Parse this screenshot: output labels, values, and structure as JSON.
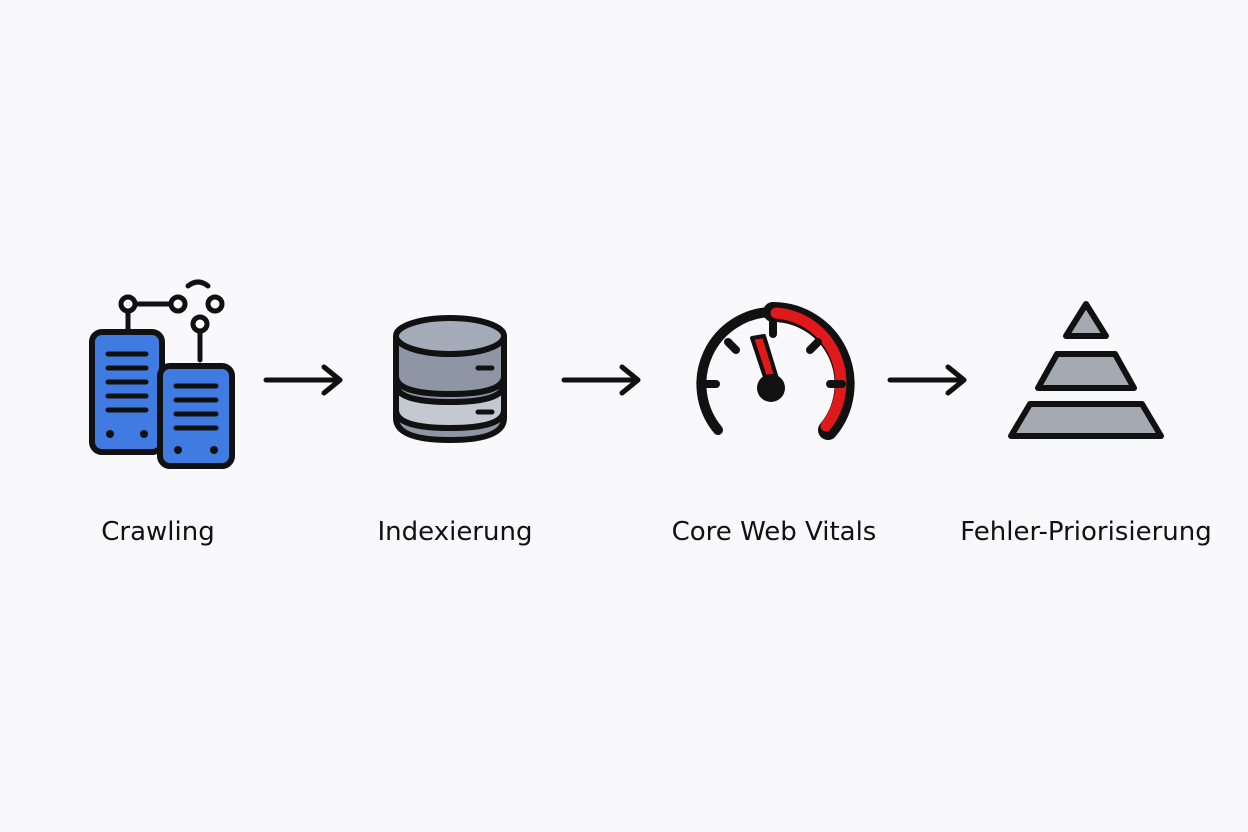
{
  "steps": [
    {
      "label": "Crawling",
      "icon": "server-network-icon"
    },
    {
      "label": "Indexierung",
      "icon": "database-icon"
    },
    {
      "label": "Core Web Vitals",
      "icon": "speedometer-icon"
    },
    {
      "label": "Fehler-Priorisierung",
      "icon": "pyramid-icon"
    }
  ],
  "colors": {
    "outline": "#111111",
    "server_blue": "#3f7be0",
    "database_gray": "#8e96a6",
    "gauge_red": "#e01a1a",
    "pyramid_gray": "#a5aab2",
    "arrow": "#111111"
  }
}
